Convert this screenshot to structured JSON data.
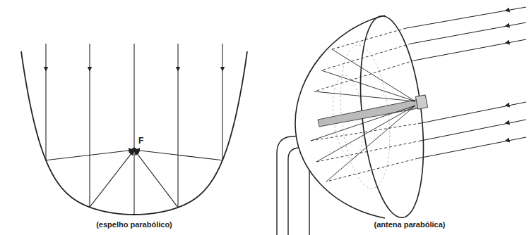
{
  "diagram": {
    "labels": [
      "F",
      "(espelho parabólico)",
      "(antena parabólica)"
    ]
  }
}
